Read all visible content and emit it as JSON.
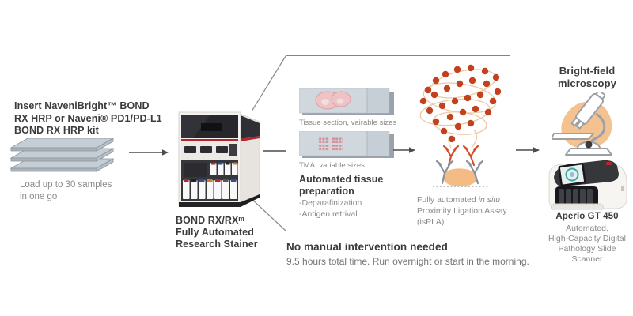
{
  "palette": {
    "text_dark": "#3b3b3b",
    "text_gray": "#8a8a8a",
    "accent_red": "#c2421f",
    "machine_red": "#b5272c",
    "loop_tan": "#ecc9a4",
    "blob_orange": "#f2aa66",
    "antibody_orange": "#d4502c",
    "antibody_gray": "#8a9099",
    "box_border": "#848484",
    "tissue_pink": "#edc3c5",
    "tma_pink": "#d98f96"
  },
  "left": {
    "kit_title_lines": [
      "Insert NaveniBright™ BOND",
      "RX HRP or Naveni® PD1/PD-L1",
      "BOND RX HRP kit"
    ],
    "load_caption_lines": [
      "Load up to 30 samples",
      "in one go"
    ]
  },
  "stainer": {
    "label_lines": [
      "BOND RX/RXᵐ",
      "Fully Automated",
      "Research Stainer"
    ]
  },
  "prep_box": {
    "tissue_slide_caption": "Tissue section, vairable sizes",
    "tma_slide_caption": "TMA, variable sizes",
    "title_lines": [
      "Automated tissue",
      "preparation"
    ],
    "steps": [
      "-Deparafinization",
      "-Antigen retrival"
    ],
    "ispla": {
      "line1_prefix": "Fully automated ",
      "line1_italic": "in situ",
      "line2": "Proximity Ligation Assay",
      "line3": "(isPLA)"
    }
  },
  "bottom_note": {
    "title": "No manual intervention needed",
    "subtitle": "9.5 hours total time. Run overnight or start in the morning."
  },
  "right": {
    "title_lines": [
      "Bright-field",
      "microscopy"
    ],
    "scanner_name": "Aperio GT 450",
    "scanner_desc_lines": [
      "Automated,",
      "High-Capacity Digital",
      "Pathology Slide",
      "Scanner"
    ]
  }
}
